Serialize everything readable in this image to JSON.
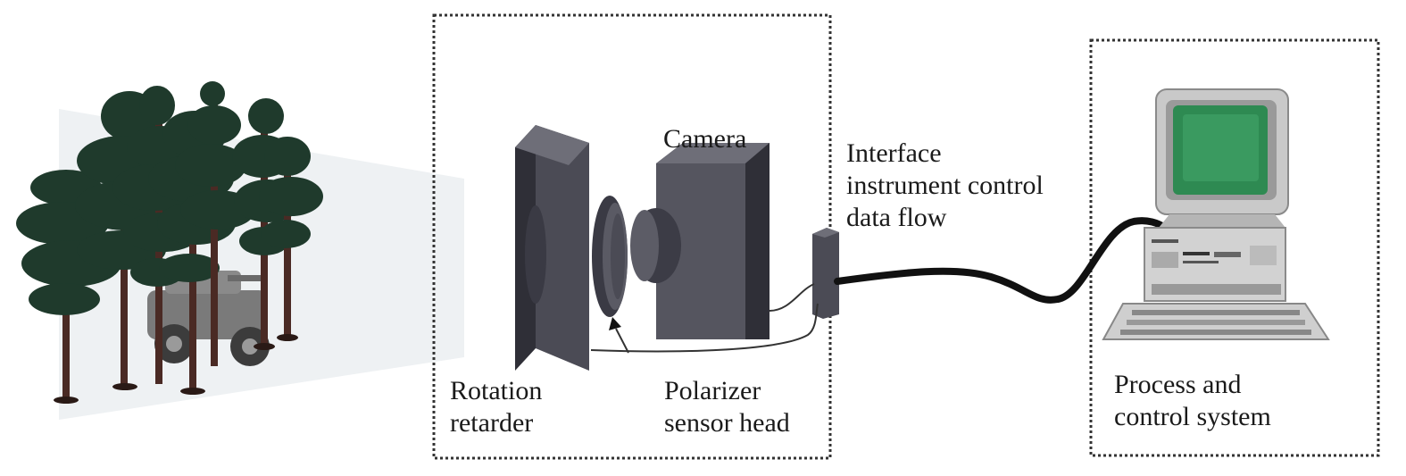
{
  "labels": {
    "camera": "Camera",
    "interface": [
      "Interface",
      "instrument control",
      "data flow"
    ],
    "rotation_retarder": [
      "Rotation",
      "retarder"
    ],
    "polarizer_sensor_head": [
      "Polarizer",
      "sensor head"
    ],
    "process_control": [
      "Process and",
      "control system"
    ]
  },
  "icons": [
    "tree-icon",
    "vehicle-icon",
    "camera-icon",
    "retarder-plate-icon",
    "polarizer-lens-icon",
    "interface-box-icon",
    "computer-icon",
    "cable-icon"
  ],
  "colors": {
    "tree_foliage": "#1f3a2c",
    "tree_trunk": "#4a2a24",
    "device_front": "#4b4b55",
    "device_side": "#2f2f37",
    "device_top": "#6e6e78",
    "screen": "#2e8a52",
    "computer_case": "#c9c9c9",
    "frame_border": "#333333"
  }
}
